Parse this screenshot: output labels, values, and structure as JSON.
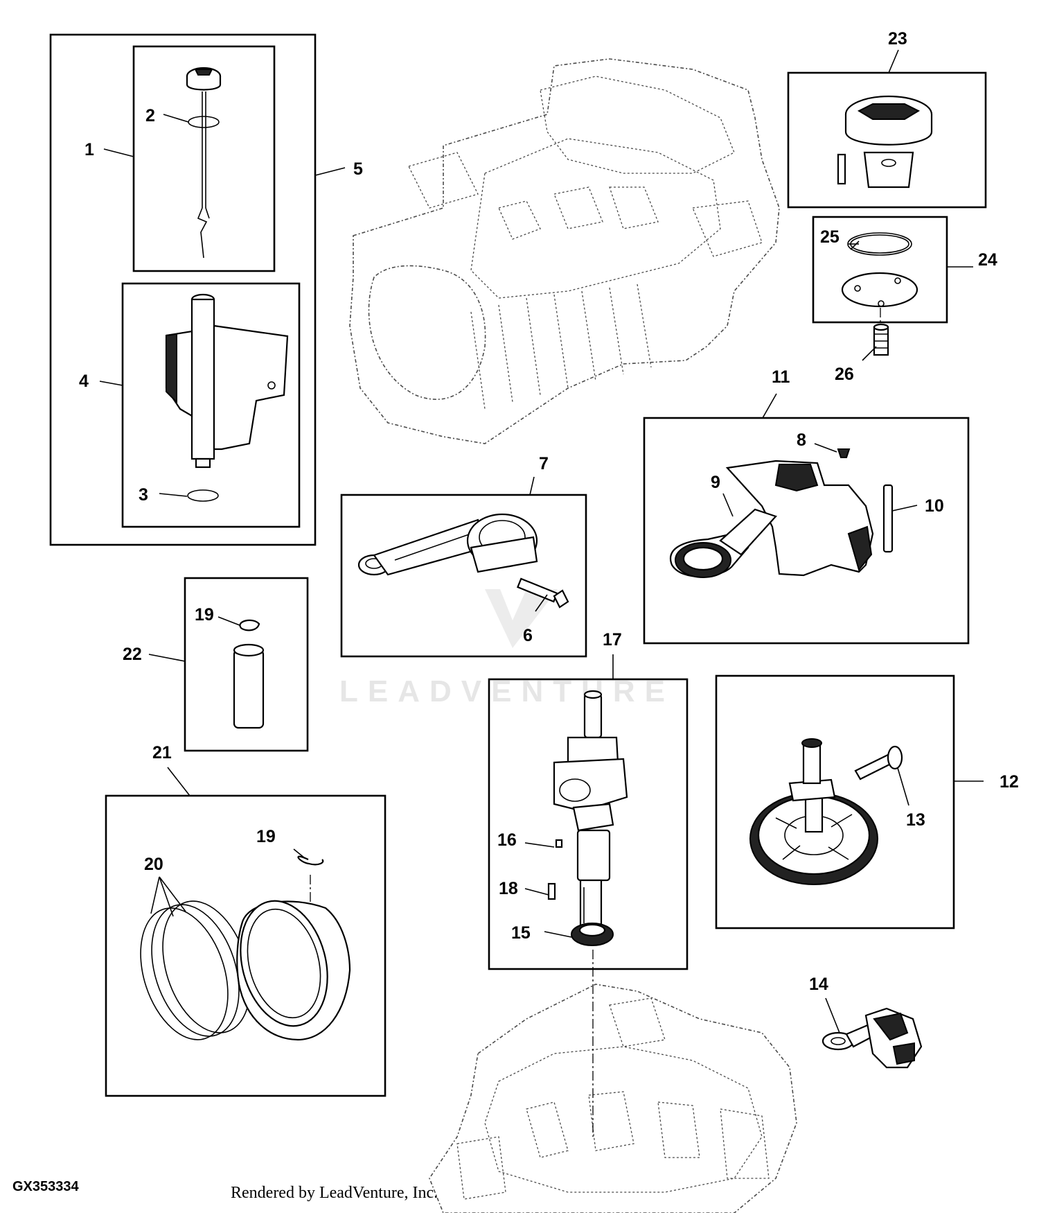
{
  "diagram": {
    "id_label": "GX353334",
    "footer": "Rendered by LeadVenture, Inc.",
    "watermark": "LEADVENTURE",
    "callouts": {
      "c1": "1",
      "c2": "2",
      "c3": "3",
      "c4": "4",
      "c5": "5",
      "c6": "6",
      "c7": "7",
      "c8": "8",
      "c9": "9",
      "c10": "10",
      "c11": "11",
      "c12": "12",
      "c13": "13",
      "c14": "14",
      "c15": "15",
      "c16": "16",
      "c17": "17",
      "c18": "18",
      "c19a": "19",
      "c19b": "19",
      "c20": "20",
      "c21": "21",
      "c22": "22",
      "c23": "23",
      "c24": "24",
      "c25": "25",
      "c26": "26"
    }
  }
}
